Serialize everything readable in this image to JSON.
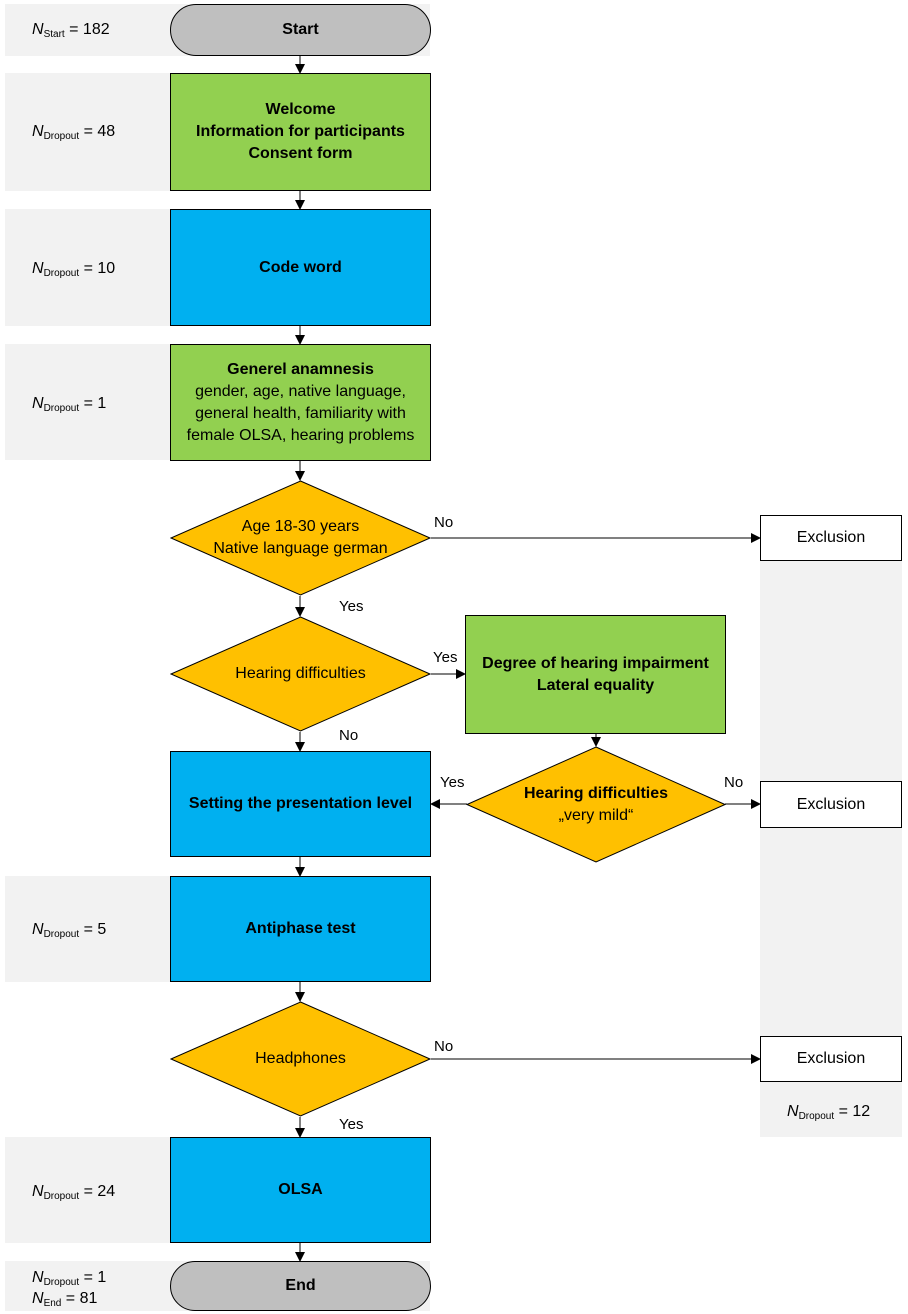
{
  "counts": {
    "start": {
      "sub": "Start",
      "value": "182"
    },
    "welcome": {
      "sub": "Dropout",
      "value": "48"
    },
    "codeword": {
      "sub": "Dropout",
      "value": "10"
    },
    "anamnesis": {
      "sub": "Dropout",
      "value": "1"
    },
    "antiphase": {
      "sub": "Dropout",
      "value": "5"
    },
    "exclusion": {
      "sub": "Dropout",
      "value": "12"
    },
    "olsa": {
      "sub": "Dropout",
      "value": "24"
    },
    "end_dropout": {
      "sub": "Dropout",
      "value": "1"
    },
    "end_total": {
      "sub": "End",
      "value": "81"
    }
  },
  "nodes": {
    "start": "Start",
    "welcome": [
      "Welcome",
      "Information for participants",
      "Consent form"
    ],
    "codeword": "Code word",
    "anamnesis_title": "Generel anamnesis",
    "anamnesis_lines": [
      "gender, age, native language,",
      "general health, familiarity with",
      "female OLSA, hearing problems"
    ],
    "age_check": [
      "Age 18-30 years",
      "Native language german"
    ],
    "hearing_difficulties": "Hearing difficulties",
    "impairment": [
      "Degree of hearing impairment",
      "Lateral equality"
    ],
    "very_mild_title": "Hearing difficulties",
    "very_mild_sub": "„very mild“",
    "presentation_level": "Setting the presentation level",
    "antiphase": "Antiphase test",
    "headphones": "Headphones",
    "olsa": "OLSA",
    "end": "End",
    "exclusion": "Exclusion"
  },
  "edge_labels": {
    "yes": "Yes",
    "no": "No"
  },
  "colors": {
    "terminal": "#bfbfbf",
    "green": "#92d050",
    "blue": "#00b0f0",
    "decision": "#ffc000",
    "band": "#f2f2f2"
  }
}
